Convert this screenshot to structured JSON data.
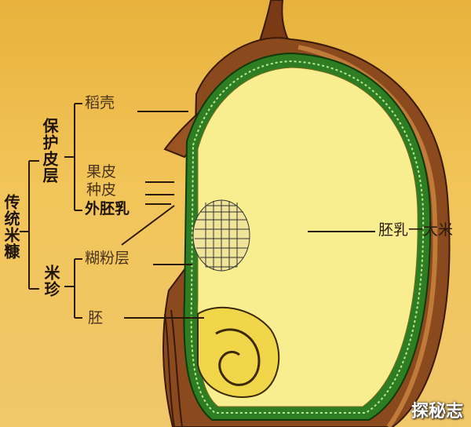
{
  "labels": {
    "rice_bran": "传统米糠",
    "protective_layer": "保护皮层",
    "husk": "稻壳",
    "pericarp": "果皮",
    "seed_coat": "种皮",
    "perisperm": "外胚乳",
    "rice_germ_group": "米珍",
    "aleurone": "糊粉层",
    "embryo": "胚",
    "endosperm": "胚乳一大米"
  },
  "watermark": "探秘志",
  "colors": {
    "background": "#f0c050",
    "husk": "#8b4a1e",
    "endosperm": "#f8ee90",
    "aleurone": "#3a9a2a"
  }
}
